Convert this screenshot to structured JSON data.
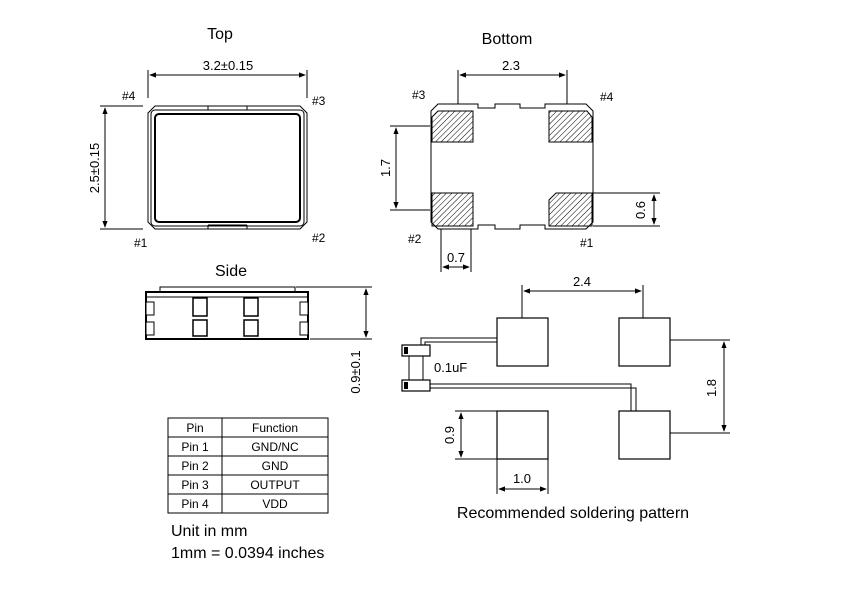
{
  "views": {
    "top_title": "Top",
    "bottom_title": "Bottom",
    "side_title": "Side"
  },
  "dimensions": {
    "top_width": "3.2±0.15",
    "top_height": "2.5±0.15",
    "bottom_pad_spacing": "2.3",
    "bottom_vertical": "1.7",
    "bottom_pad_height": "0.6",
    "bottom_pad_width": "0.7",
    "side_height": "0.9±0.1",
    "pattern_horizontal": "2.4",
    "pattern_vertical": "1.8",
    "pattern_pad_height": "0.9",
    "pattern_pad_width": "1.0"
  },
  "pins": {
    "top": {
      "p4": "#4",
      "p3": "#3",
      "p1": "#1",
      "p2": "#2"
    },
    "bottom": {
      "p3": "#3",
      "p4": "#4",
      "p2": "#2",
      "p1": "#1"
    }
  },
  "capacitor_label": "0.1uF",
  "pattern_caption": "Recommended soldering pattern",
  "pin_table": {
    "headers": [
      "Pin",
      "Function"
    ],
    "rows": [
      [
        "Pin 1",
        "GND/NC"
      ],
      [
        "Pin 2",
        "GND"
      ],
      [
        "Pin 3",
        "OUTPUT"
      ],
      [
        "Pin 4",
        "VDD"
      ]
    ]
  },
  "units": {
    "line1": "Unit in mm",
    "line2": "1mm = 0.0394 inches"
  }
}
